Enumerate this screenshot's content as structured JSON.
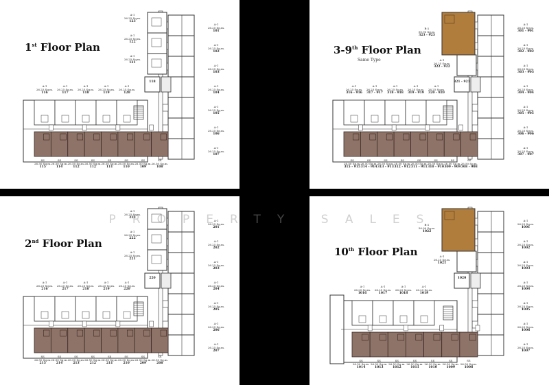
{
  "watermark": "PROPERTY SALES",
  "colors": {
    "brown_unit": "#8e7368",
    "highlight_unit": "#b07d3c",
    "wall": "#333333"
  },
  "plans": [
    {
      "title_main": "1",
      "title_sup": "st",
      "title_rest": " Floor Plan",
      "subtitle": "",
      "top_units": [
        [
          "A-1",
          "26.25 Sq.m.",
          "123"
        ],
        [
          "A-1",
          "26.25 Sq.m.",
          "122"
        ],
        [
          "A-1",
          "26.25 Sq.m.",
          "121"
        ]
      ],
      "right_units": [
        [
          "A-1",
          "26.25 Sq.m.",
          "101"
        ],
        [
          "A-1",
          "26.25 Sq.m.",
          "102"
        ],
        [
          "A-1",
          "26.25 Sq.m.",
          "103"
        ],
        [
          "A-1",
          "26.25 Sq.m.",
          "104"
        ],
        [
          "A-1",
          "26.25 Sq.m.",
          "105"
        ],
        [
          "A-1",
          "26.25 Sq.m.",
          "106"
        ],
        [
          "A-1",
          "26.25 Sq.m.",
          "107"
        ]
      ],
      "mid_units": [
        [
          "A-1",
          "26.25 Sq.m.",
          "116"
        ],
        [
          "A-1",
          "26.25 Sq.m.",
          "117"
        ],
        [
          "A-1",
          "26.25 Sq.m.",
          "118"
        ],
        [
          "A-1",
          "26.25 Sq.m.",
          "119"
        ],
        [
          "A-1",
          "26.25 Sq.m.",
          "120"
        ]
      ],
      "bottom_units": [
        [
          "SS",
          "26.50 Sq.m.",
          "115"
        ],
        [
          "SS",
          "26.50 Sq.m.",
          "114"
        ],
        [
          "SS",
          "26.50 Sq.m.",
          "112"
        ],
        [
          "SS",
          "26.50 Sq.m.",
          "112"
        ],
        [
          "SS",
          "26.50 Sq.m.",
          "111"
        ],
        [
          "SS",
          "26.50 Sq.m.",
          "110"
        ],
        [
          "SS",
          "26.50 Sq.m.",
          "109"
        ],
        [
          "SS",
          "26.50 Sq.m.",
          "108"
        ]
      ],
      "corner": "118"
    },
    {
      "title_main": "3-9",
      "title_sup": "th",
      "title_rest": " Floor Plan",
      "subtitle": "Same Type",
      "top_units": [
        [
          "B-2",
          "50.90 Sq.m.",
          "323 - 923"
        ],
        [
          "A-1",
          "26.25 Sq.m.",
          "322 - 922"
        ]
      ],
      "right_units": [
        [
          "A-1",
          "26.25 Sq.m.",
          "301 - 901"
        ],
        [
          "A-1",
          "26.25 Sq.m.",
          "302 - 902"
        ],
        [
          "A-1",
          "26.25 Sq.m.",
          "303 - 903"
        ],
        [
          "A-1",
          "26.25 Sq.m.",
          "304 - 904"
        ],
        [
          "A-1",
          "26.25 Sq.m.",
          "305 - 905"
        ],
        [
          "A-1",
          "26.25 Sq.m.",
          "306 - 906"
        ],
        [
          "A-1",
          "26.25 Sq.m.",
          "307 - 907"
        ]
      ],
      "mid_units": [
        [
          "A-1",
          "26.25 Sq.m.",
          "316 - 916"
        ],
        [
          "A-1",
          "26.25 Sq.m.",
          "317 - 917"
        ],
        [
          "A-1",
          "26.25 Sq.m.",
          "318 - 918"
        ],
        [
          "A-1",
          "26.25 Sq.m.",
          "319 - 919"
        ],
        [
          "A-1",
          "26.25 Sq.m.",
          "320 - 920"
        ]
      ],
      "bottom_units": [
        [
          "SS",
          "26.50 Sq.m.",
          "315 - 915"
        ],
        [
          "SS",
          "26.50 Sq.m.",
          "314 - 914"
        ],
        [
          "SS",
          "26.50 Sq.m.",
          "313 - 913"
        ],
        [
          "SS",
          "26.50 Sq.m.",
          "312 - 912"
        ],
        [
          "SS",
          "26.50 Sq.m.",
          "311 - 911"
        ],
        [
          "SS",
          "26.50 Sq.m.",
          "310 - 910"
        ],
        [
          "SS",
          "26.50 Sq.m.",
          "309 - 909"
        ],
        [
          "SS",
          "26.50 Sq.m.",
          "308 - 908"
        ]
      ],
      "corner": "321 - 921"
    },
    {
      "title_main": "2",
      "title_sup": "nd",
      "title_rest": " Floor Plan",
      "subtitle": "",
      "top_units": [
        [
          "A-1",
          "26.25 Sq.m.",
          "223"
        ],
        [
          "A-1",
          "26.25 Sq.m.",
          "222"
        ],
        [
          "A-1",
          "26.25 Sq.m.",
          "221"
        ]
      ],
      "right_units": [
        [
          "A-1",
          "26.25 Sq.m.",
          "201"
        ],
        [
          "A-1",
          "26.25 Sq.m.",
          "202"
        ],
        [
          "A-1",
          "26.25 Sq.m.",
          "203"
        ],
        [
          "A-1",
          "26.25 Sq.m.",
          "204"
        ],
        [
          "A-1",
          "26.25 Sq.m.",
          "205"
        ],
        [
          "A-1",
          "26.25 Sq.m.",
          "206"
        ],
        [
          "A-1",
          "26.25 Sq.m.",
          "207"
        ]
      ],
      "mid_units": [
        [
          "A-1",
          "26.25 Sq.m.",
          "216"
        ],
        [
          "A-1",
          "26.25 Sq.m.",
          "217"
        ],
        [
          "A-1",
          "26.25 Sq.m.",
          "218"
        ],
        [
          "A-1",
          "26.25 Sq.m.",
          "219"
        ],
        [
          "A-1",
          "26.25 Sq.m.",
          "220"
        ]
      ],
      "bottom_units": [
        [
          "SS",
          "26.50 Sq.m.",
          "215"
        ],
        [
          "SS",
          "26.50 Sq.m.",
          "214"
        ],
        [
          "SS",
          "26.50 Sq.m.",
          "213"
        ],
        [
          "SS",
          "26.50 Sq.m.",
          "212"
        ],
        [
          "SS",
          "26.50 Sq.m.",
          "211"
        ],
        [
          "SS",
          "26.50 Sq.m.",
          "210"
        ],
        [
          "SS",
          "26.50 Sq.m.",
          "209"
        ],
        [
          "SS",
          "26.50 Sq.m.",
          "208"
        ]
      ],
      "corner": "220"
    },
    {
      "title_main": "10",
      "title_sup": "th",
      "title_rest": " Floor Plan",
      "subtitle": "",
      "top_units": [
        [
          "B-2",
          "50.90 Sq.m.",
          "1022"
        ],
        [
          "A-1",
          "26.25 Sq.m.",
          "1021"
        ]
      ],
      "right_units": [
        [
          "A-1",
          "26.25 Sq.m.",
          "1001"
        ],
        [
          "A-1",
          "26.25 Sq.m.",
          "1002"
        ],
        [
          "A-1",
          "26.25 Sq.m.",
          "1003"
        ],
        [
          "A-1",
          "26.25 Sq.m.",
          "1004"
        ],
        [
          "A-1",
          "26.25 Sq.m.",
          "1005"
        ],
        [
          "A-1",
          "26.25 Sq.m.",
          "1006"
        ],
        [
          "A-1",
          "26.25 Sq.m.",
          "1007"
        ]
      ],
      "mid_units": [
        [
          "A-1",
          "26.25 Sq.m.",
          "1016"
        ],
        [
          "A-1",
          "26.25 Sq.m.",
          "1017"
        ],
        [
          "A-1",
          "26.25 Sq.m.",
          "1018"
        ],
        [
          "A-1",
          "26.25 Sq.m.",
          "1019"
        ]
      ],
      "bottom_units": [
        [
          "SS",
          "26.50 Sq.m.",
          "1014"
        ],
        [
          "SS",
          "26.50 Sq.m.",
          "1013"
        ],
        [
          "SS",
          "26.50 Sq.m.",
          "1012"
        ],
        [
          "SS",
          "26.50 Sq.m.",
          "1011"
        ],
        [
          "SS",
          "26.50 Sq.m.",
          "1010"
        ],
        [
          "SS",
          "26.50 Sq.m.",
          "1009"
        ],
        [
          "SS",
          "26.50 Sq.m.",
          "1008"
        ]
      ],
      "corner": "1020"
    }
  ]
}
